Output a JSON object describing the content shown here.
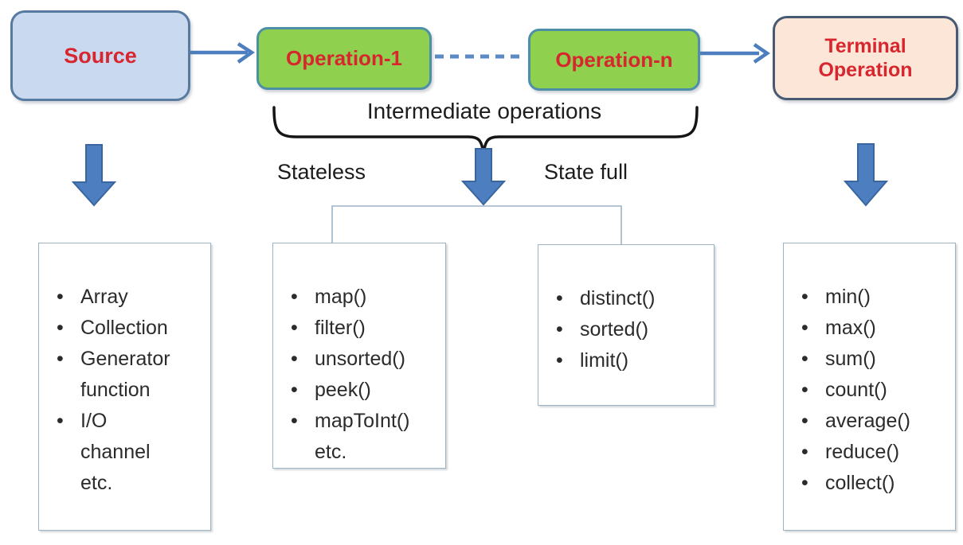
{
  "colors": {
    "source-fill": "#c9d9ef",
    "source-border": "#567aa0",
    "op-fill": "#8fd04e",
    "op-border": "#4e8fa8",
    "terminal-fill": "#fce6d8",
    "terminal-border": "#485a72",
    "title-red": "#d8262f",
    "arrow-blue": "#4d7ebf",
    "arrow-blue-dark": "#3a66a0",
    "dash-blue": "#5b8ac4",
    "brace-black": "#151515",
    "tree-line": "#9db4c6",
    "list-border": "#9cb4c4",
    "text-dark": "#2b2b2b"
  },
  "nodes": {
    "source": {
      "label": "Source"
    },
    "operation1": {
      "label": "Operation-1"
    },
    "operationN": {
      "label": "Operation-n"
    },
    "terminal": {
      "label": "Terminal\nOperation"
    }
  },
  "labels": {
    "intermediate": "Intermediate operations",
    "stateless": "Stateless",
    "stateful": "State full"
  },
  "lists": {
    "source": {
      "items": [
        "Array",
        "Collection",
        "Generator\nfunction",
        "I/O\nchannel"
      ],
      "suffix": "etc."
    },
    "stateless": {
      "items": [
        "map()",
        "filter()",
        "unsorted()",
        "peek()",
        "mapToInt()"
      ],
      "suffix": "etc."
    },
    "stateful": {
      "items": [
        "distinct()",
        "sorted()",
        "limit()"
      ]
    },
    "terminal": {
      "items": [
        "min()",
        "max()",
        "sum()",
        "count()",
        "average()",
        "reduce()",
        "collect()"
      ]
    }
  }
}
